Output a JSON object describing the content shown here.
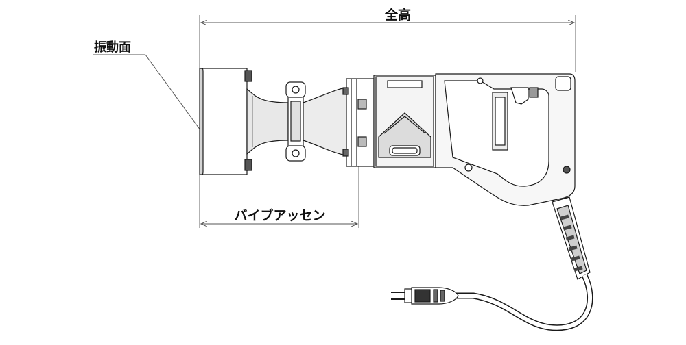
{
  "labels": {
    "total_height": "全高",
    "vibration_surface": "振動面",
    "vibe_assembly": "バイブアッセン"
  },
  "colors": {
    "line": "#1a1a1a",
    "fill_light": "#d9d9d9",
    "fill_mid": "#bdbdbd",
    "fill_dark": "#4a4a4a",
    "dim_line": "#555555"
  }
}
